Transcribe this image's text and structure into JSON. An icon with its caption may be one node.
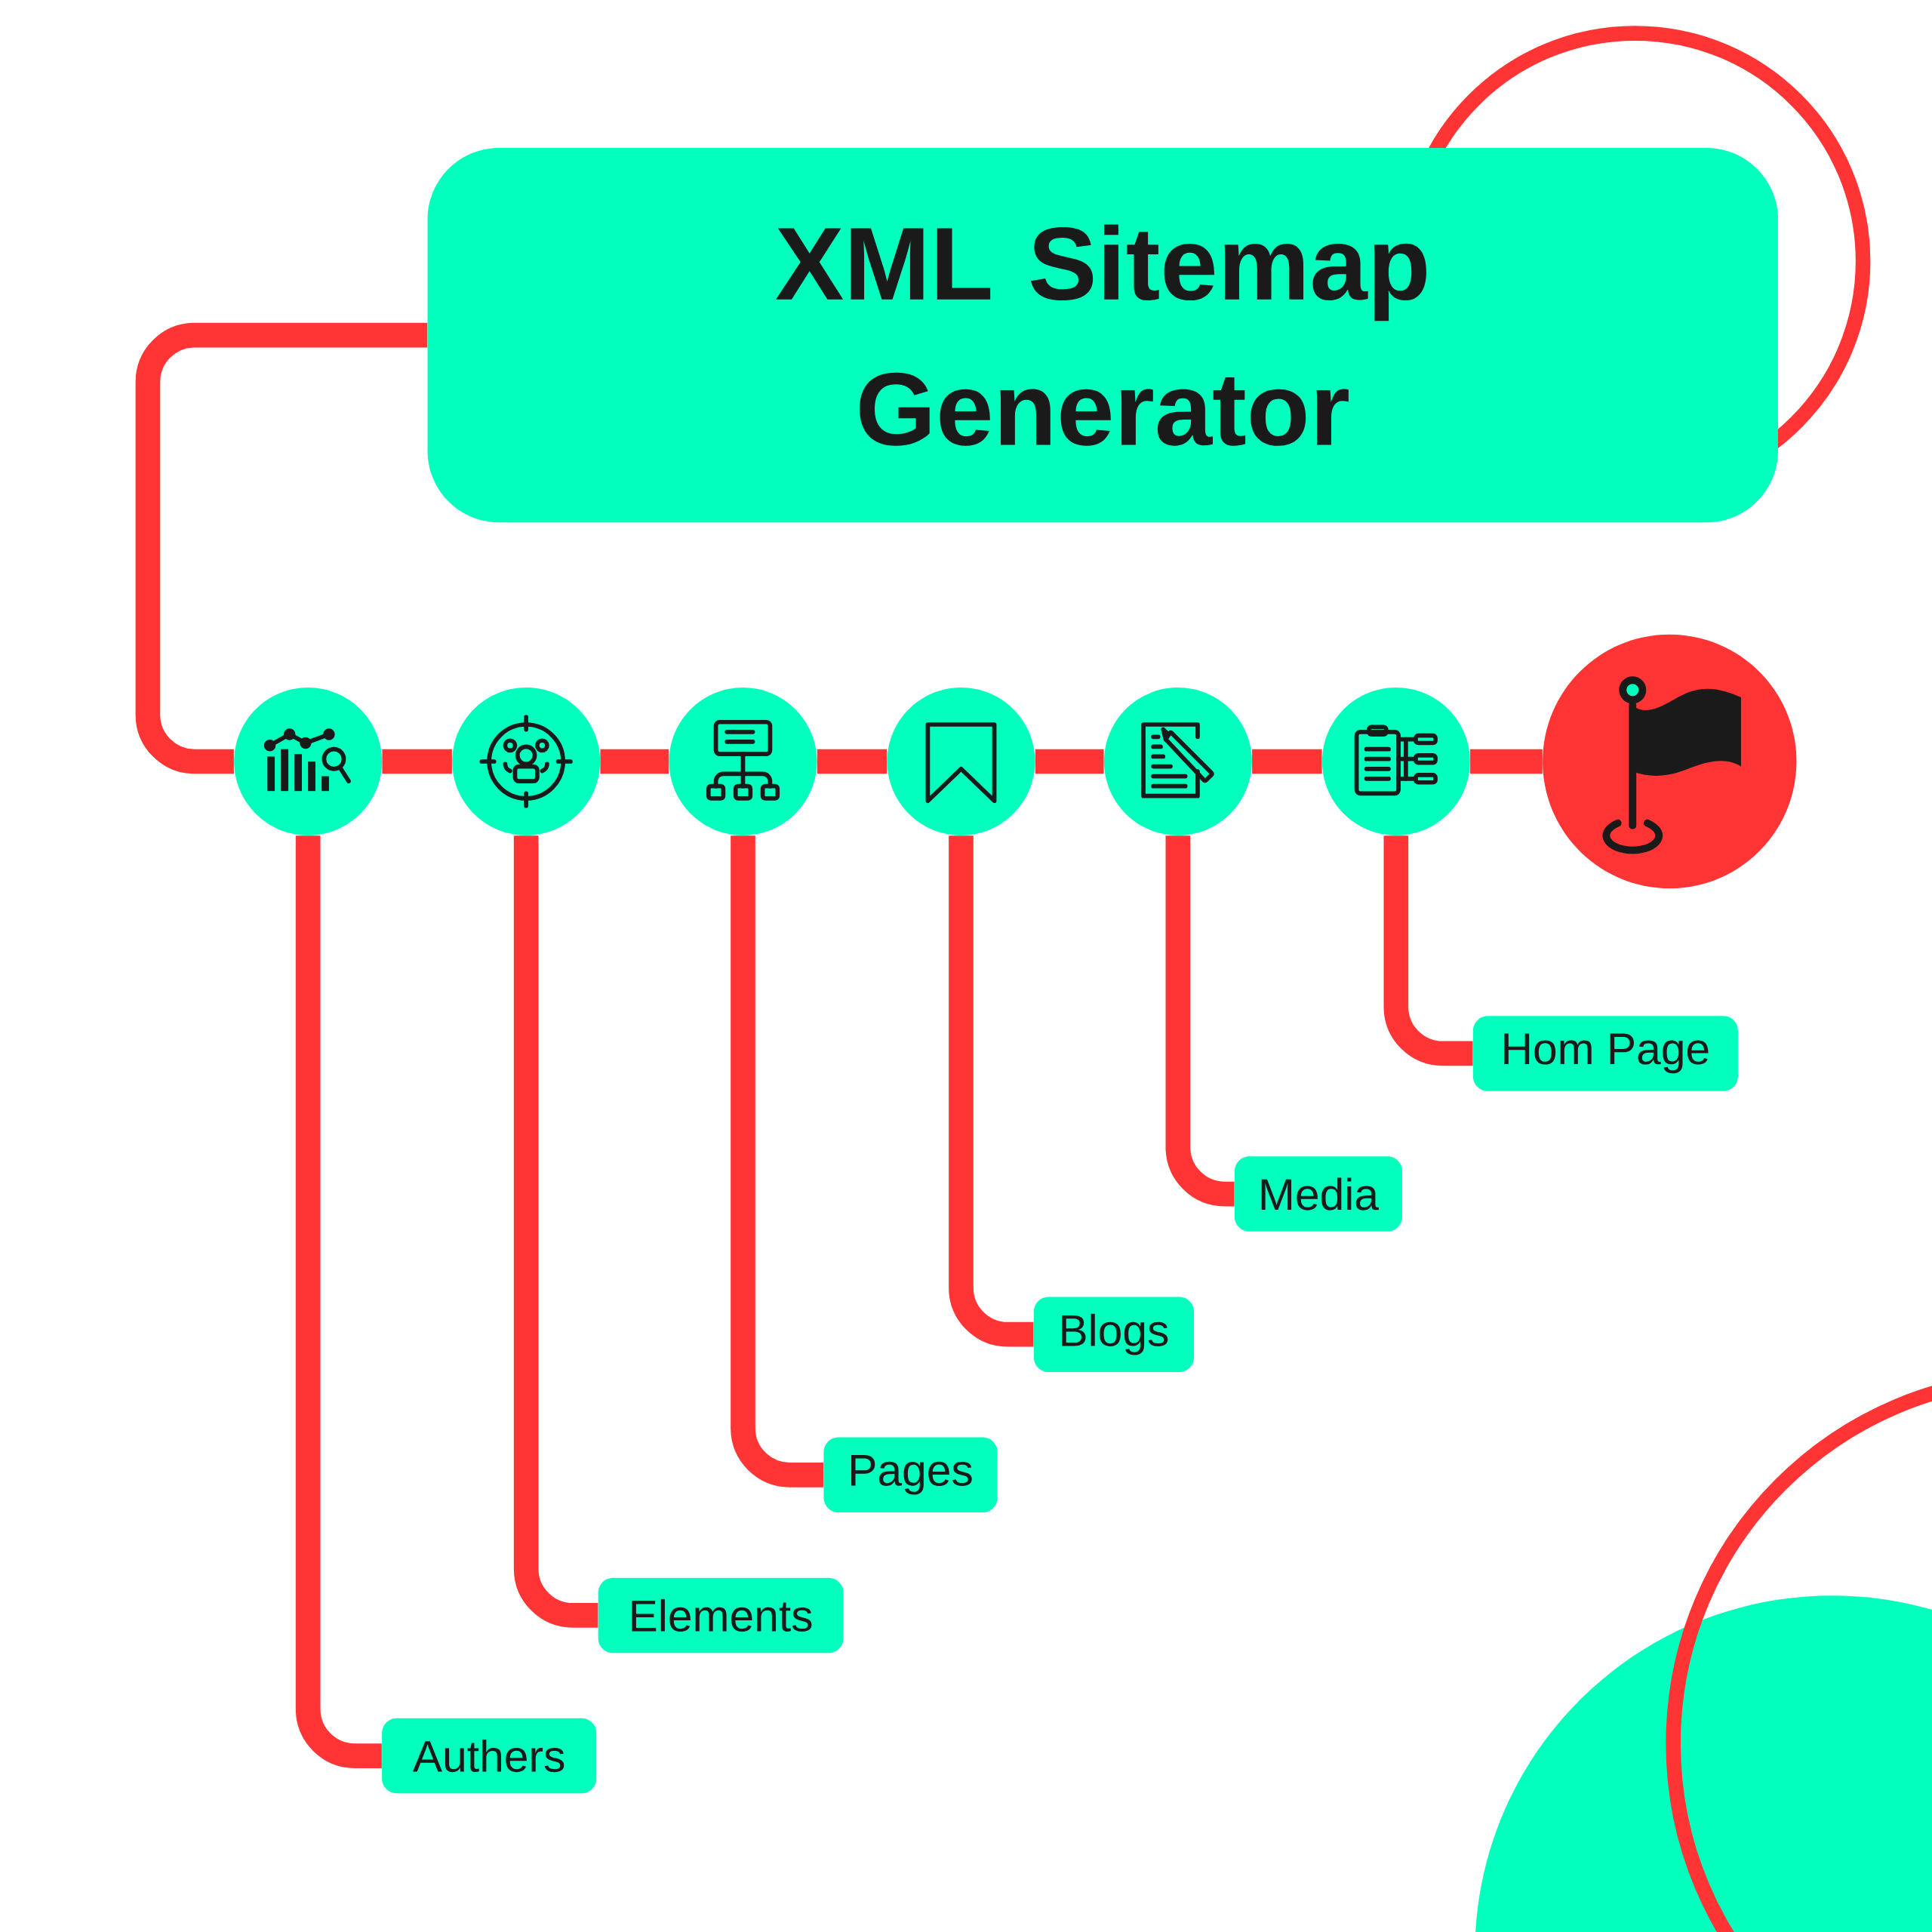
{
  "diagram": {
    "nodes": [
      {
        "text": [
          "XML Sitemap Generator"
        ]
      },
      {
        "text": [],
        "shape": "circle"
      },
      {
        "text": [],
        "shape": "circle"
      },
      {
        "text": [],
        "shape": "circle"
      },
      {
        "text": [],
        "shape": "circle"
      },
      {
        "text": [],
        "shape": "circle"
      },
      {
        "text": [],
        "shape": "circle"
      },
      {
        "text": [],
        "shape": "circle"
      },
      {
        "text": [
          "Authers"
        ]
      },
      {
        "text": [
          "Elements"
        ]
      },
      {
        "text": [
          "Pages"
        ]
      },
      {
        "text": [
          "Blogs"
        ]
      },
      {
        "text": [
          "Media"
        ]
      },
      {
        "text": [
          "Hom Page"
        ]
      }
    ],
    "edges": [
      {
        "from": 0,
        "to": 1,
        "arrow": "none"
      },
      {
        "from": 1,
        "to": 2,
        "arrow": "none"
      },
      {
        "from": 2,
        "to": 3,
        "arrow": "none"
      },
      {
        "from": 3,
        "to": 4,
        "arrow": "none"
      },
      {
        "from": 4,
        "to": 5,
        "arrow": "none"
      },
      {
        "from": 5,
        "to": 6,
        "arrow": "none"
      },
      {
        "from": 6,
        "to": 7,
        "arrow": "none"
      },
      {
        "from": 1,
        "to": 8,
        "arrow": "none"
      },
      {
        "from": 2,
        "to": 9,
        "arrow": "none"
      },
      {
        "from": 3,
        "to": 10,
        "arrow": "none"
      },
      {
        "from": 4,
        "to": 11,
        "arrow": "none"
      },
      {
        "from": 5,
        "to": 12,
        "arrow": "none"
      },
      {
        "from": 6,
        "to": 13,
        "arrow": "none"
      }
    ]
  }
}
